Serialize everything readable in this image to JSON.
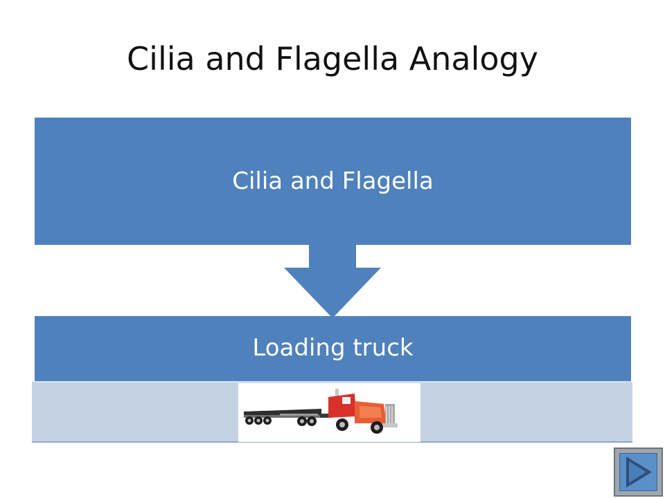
{
  "slide": {
    "title": "Cilia and Flagella Analogy"
  },
  "diagram": {
    "top_box_label": "Cilia and Flagella",
    "bottom_box_label": "Loading truck",
    "box_color": "#4f81bd",
    "image_band_color": "#c5d2e4",
    "picture": "flatbed-truck-clipart"
  },
  "navigation": {
    "next_icon": "play-arrow-icon",
    "button_color": "#5b8fc7"
  }
}
